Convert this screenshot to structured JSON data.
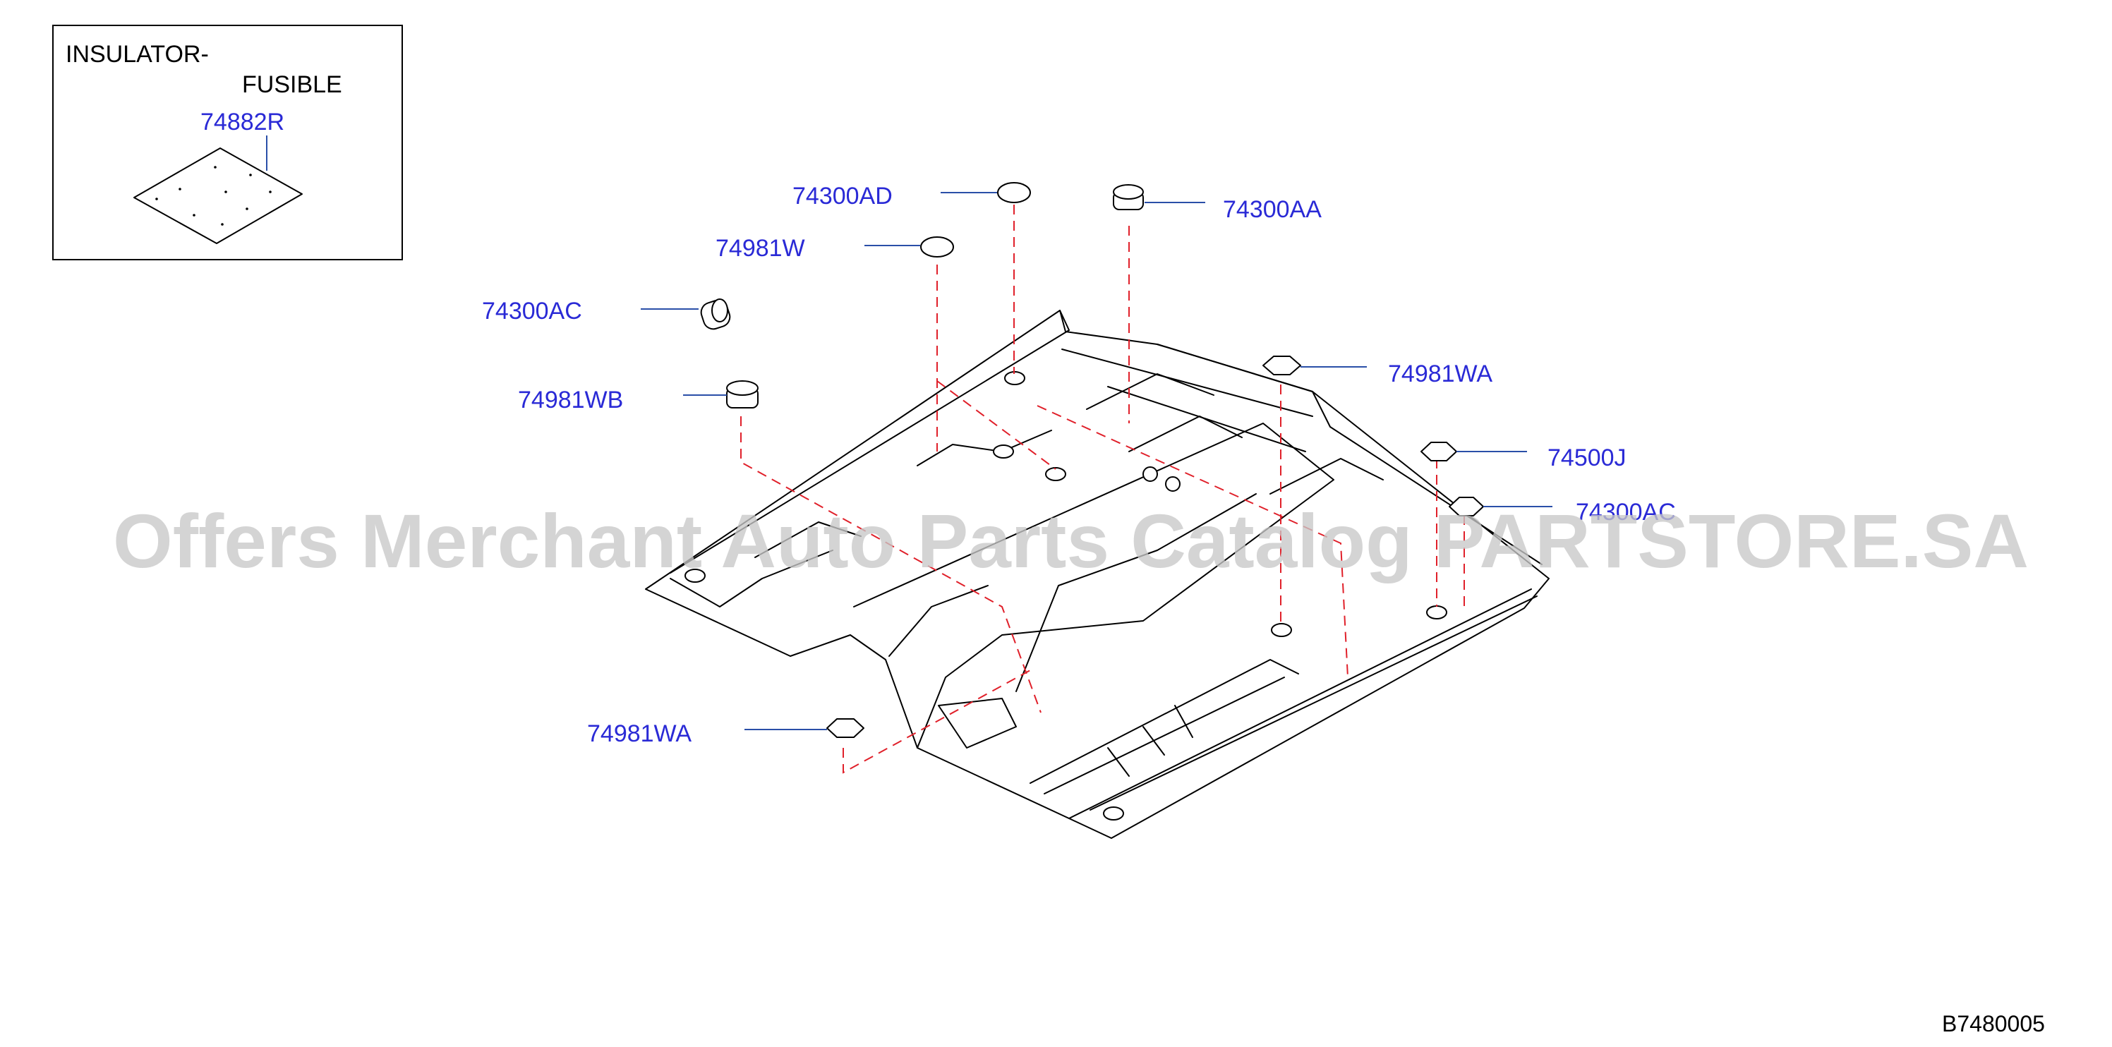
{
  "inset": {
    "title_line1": "INSULATOR-",
    "title_line2": "FUSIBLE",
    "part_number": "74882R"
  },
  "callouts": [
    {
      "id": "c1",
      "label": "74300AD",
      "icon": "grommet-oval"
    },
    {
      "id": "c2",
      "label": "74300AA",
      "icon": "grommet-plug"
    },
    {
      "id": "c3",
      "label": "74981W",
      "icon": "grommet-oval"
    },
    {
      "id": "c4",
      "label": "74300AC",
      "icon": "grommet-plug"
    },
    {
      "id": "c5",
      "label": "74981WB",
      "icon": "grommet-plug"
    },
    {
      "id": "c6",
      "label": "74981WA",
      "icon": "grommet-hex"
    },
    {
      "id": "c7",
      "label": "74500J",
      "icon": "grommet-hex"
    },
    {
      "id": "c8",
      "label": "74300AC",
      "icon": "grommet-hex"
    },
    {
      "id": "c9",
      "label": "74981WA",
      "icon": "grommet-hex"
    }
  ],
  "diagram_code": "B7480005",
  "watermark": "Offers Merchant Auto Parts Catalog PARTSTORE.SA",
  "colors": {
    "callout_text": "#2a2ad6",
    "leader": "#2a4fa8",
    "dash": "#e0202a",
    "watermark": "#c8c8c8"
  }
}
